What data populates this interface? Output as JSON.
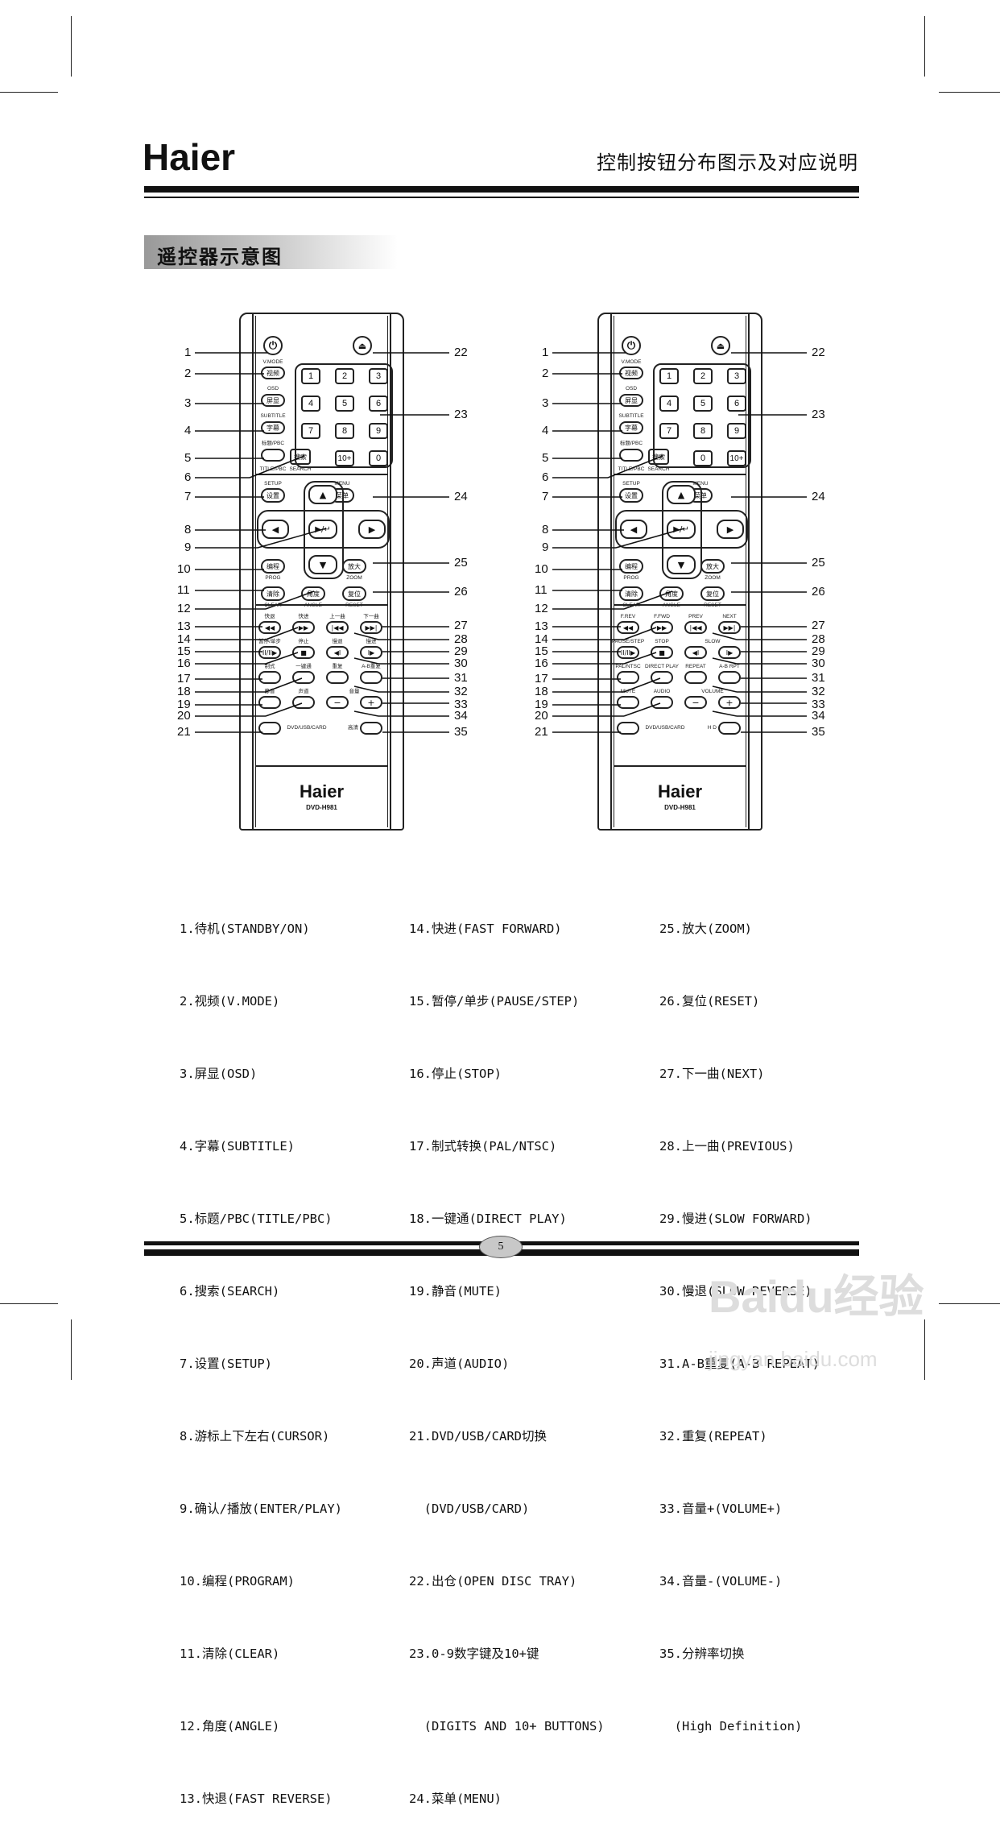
{
  "header": {
    "brand": "Haier",
    "title": "控制按钮分布图示及对应说明"
  },
  "section": {
    "title": "遥控器示意图"
  },
  "remote_left": {
    "brand": "Haier",
    "model": "DVD-H981",
    "labels": {
      "vmode": "V.MODE",
      "vmode_btn": "视频",
      "osd": "OSD",
      "osd_btn": "屏显",
      "subtitle": "SUBTITLE",
      "subtitle_btn": "字幕",
      "title_top": "标题/PBC",
      "title_bot": "TITLE/PBC",
      "search_btn": "搜索",
      "search": "SEARCH",
      "setup": "SETUP",
      "setup_btn": "设置",
      "menu": "MENU",
      "menu_btn": "菜单",
      "prog_btn": "编程",
      "prog": "PROG",
      "zoom_btn": "放大",
      "zoom": "ZOOM",
      "clear_btn": "清除",
      "clear": "CLEAR",
      "angle_btn": "角度",
      "angle": "ANGLE",
      "reset_btn": "复位",
      "reset": "RESET",
      "frev": "快退",
      "ffwd": "快进",
      "prev": "上一曲",
      "next": "下一曲",
      "pause": "暂停/单步",
      "stop": "停止",
      "slow_rev": "慢退",
      "slow_fwd": "慢进",
      "pal": "制式",
      "direct": "一键通",
      "repeat": "重复",
      "ab": "A-B重复",
      "mute": "静音",
      "audio": "声道",
      "volume": "音量",
      "dvd": "DVD/USB/CARD",
      "hd": "高清"
    },
    "digits": [
      "1",
      "2",
      "3",
      "4",
      "5",
      "6",
      "7",
      "8",
      "9",
      "10+",
      "0"
    ]
  },
  "remote_right": {
    "brand": "Haier",
    "model": "DVD-H981",
    "labels": {
      "vmode": "V.MODE",
      "vmode_btn": "视频",
      "osd": "OSD",
      "osd_btn": "屏显",
      "subtitle": "SUBTITLE",
      "subtitle_btn": "字幕",
      "title_top": "标题/PBC",
      "title_bot": "TITLE/PBC",
      "search_btn": "搜索",
      "search": "SEARCH",
      "setup": "SETUP",
      "setup_btn": "设置",
      "menu": "MENU",
      "menu_btn": "菜单",
      "prog_btn": "编程",
      "prog": "PROG",
      "zoom_btn": "放大",
      "zoom": "ZOOM",
      "clear_btn": "清除",
      "clear": "CLEAR",
      "angle_btn": "角度",
      "angle": "ANGLE",
      "reset_btn": "复位",
      "reset": "RESET",
      "frev": "F.REV",
      "ffwd": "F.FWD",
      "prev": "PREV",
      "next": "NEXT",
      "pause": "PAUSE/STEP",
      "stop": "STOP",
      "slow": "SLOW",
      "pal": "PAL/NTSC",
      "direct": "DIRECT PLAY",
      "repeat": "REPEAT",
      "ab": "A-B RPT",
      "mute": "MUTE",
      "audio": "AUDIO",
      "volume": "VOLUME",
      "dvd": "DVD/USB/CARD",
      "hd": "H D"
    },
    "digits": [
      "1",
      "2",
      "3",
      "4",
      "5",
      "6",
      "7",
      "8",
      "9",
      "0",
      "10+"
    ]
  },
  "callouts_left": [
    "1",
    "2",
    "3",
    "4",
    "5",
    "6",
    "7",
    "8",
    "9",
    "10",
    "11",
    "12",
    "13",
    "14",
    "15",
    "16",
    "17",
    "18",
    "19",
    "20",
    "21"
  ],
  "callouts_right": [
    "22",
    "23",
    "24",
    "25",
    "26",
    "27",
    "28",
    "29",
    "30",
    "31",
    "32",
    "33",
    "34",
    "35"
  ],
  "legend": {
    "col1": [
      "1.待机(STANDBY/ON)",
      "2.视频(V.MODE)",
      "3.屏显(OSD)",
      "4.字幕(SUBTITLE)",
      "5.标题/PBC(TITLE/PBC)",
      "6.搜索(SEARCH)",
      "7.设置(SETUP)",
      "8.游标上下左右(CURSOR)",
      "9.确认/播放(ENTER/PLAY)",
      "10.编程(PROGRAM)",
      "11.清除(CLEAR)",
      "12.角度(ANGLE)",
      "13.快退(FAST REVERSE)"
    ],
    "col2": [
      "14.快进(FAST FORWARD)",
      "15.暂停/单步(PAUSE/STEP)",
      "16.停止(STOP)",
      "17.制式转换(PAL/NTSC)",
      "18.一键通(DIRECT PLAY)",
      "19.静音(MUTE)",
      "20.声道(AUDIO)",
      "21.DVD/USB/CARD切换",
      "  (DVD/USB/CARD)",
      "22.出仓(OPEN DISC TRAY)",
      "23.0-9数字键及10+键",
      "  (DIGITS AND 10+ BUTTONS)",
      "24.菜单(MENU)"
    ],
    "col3": [
      "25.放大(ZOOM)",
      "26.复位(RESET)",
      "27.下一曲(NEXT)",
      "28.上一曲(PREVIOUS)",
      "29.慢进(SLOW FORWARD)",
      "30.慢退(SLOW REVERSE)",
      "31.A-B重复(A-B REPEAT)",
      "32.重复(REPEAT)",
      "33.音量+(VOLUME+)",
      "34.音量-(VOLUME-)",
      "35.分辨率切换",
      "  (High Definition)"
    ]
  },
  "footer": {
    "page_number": "5"
  },
  "watermark": {
    "brand": "Baidu经验",
    "url": "jingyan.baidu.com"
  }
}
